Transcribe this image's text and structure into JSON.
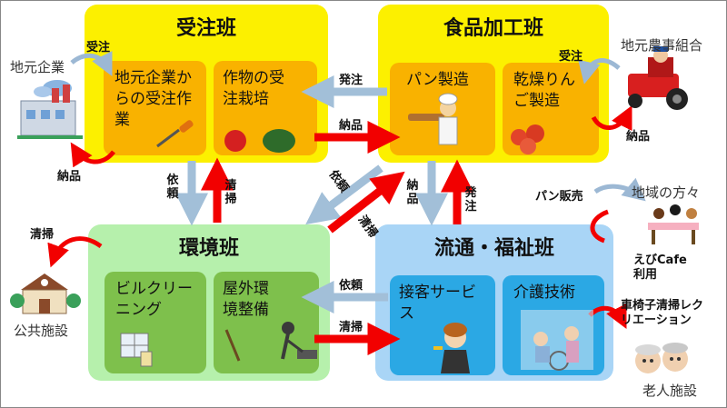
{
  "colors": {
    "juchu": "#fcf000",
    "shokuhin": "#fcf000",
    "kankyo": "#b6f0ac",
    "ryutsu": "#a9d5f6",
    "sub_orange": "#f9b200",
    "sub_green": "#7ec04c",
    "sub_blue": "#2ba8e4",
    "red_arrow": "#f20000",
    "blue_arrow": "#a2bfd8"
  },
  "teams": {
    "juchu": {
      "title": "受注班",
      "sub1": "地元企業からの受注作業",
      "sub2": "作物の受注栽培"
    },
    "shokuhin": {
      "title": "食品加工班",
      "sub1": "パン製造",
      "sub2": "乾燥りんご製造"
    },
    "kankyo": {
      "title": "環境班",
      "sub1": "ビルクリーニング",
      "sub2": "屋外環境整備"
    },
    "ryutsu": {
      "title": "流通・福祉班",
      "sub1": "接客サービス",
      "sub2": "介護技術"
    }
  },
  "places": {
    "local_company": "地元企業",
    "farm_union": "地元農事組合",
    "community": "地域の方々",
    "public_facility": "公共施設",
    "elderly_facility": "老人施設"
  },
  "labels": {
    "juchu_in": "受注",
    "juchu_out": "納品",
    "farm_in": "受注",
    "farm_out": "納品",
    "hatchu_top": "発注",
    "nohin_top": "納品",
    "irai_left": "依頼",
    "seiso_left": "清掃",
    "irai_diag": "依頼",
    "seiso_diag": "清掃",
    "nohin_right": "納品",
    "hatchu_right": "発注",
    "irai_bottom": "依頼",
    "seiso_bottom": "清掃",
    "pan_sales": "パン販売",
    "seiso_public": "清掃",
    "cafe": "えびCafe利用",
    "wheelchair": "車椅子清掃レクリエーション"
  },
  "icons": [
    "factory-icon",
    "tractor-icon",
    "screwdriver-icon",
    "tomato-icon",
    "pumpkin-icon",
    "baker-icon",
    "apples-icon",
    "window-icon",
    "mower-icon",
    "waitress-icon",
    "caregiver-icon",
    "school-icon",
    "cafe-people-icon",
    "elderly-people-icon"
  ]
}
